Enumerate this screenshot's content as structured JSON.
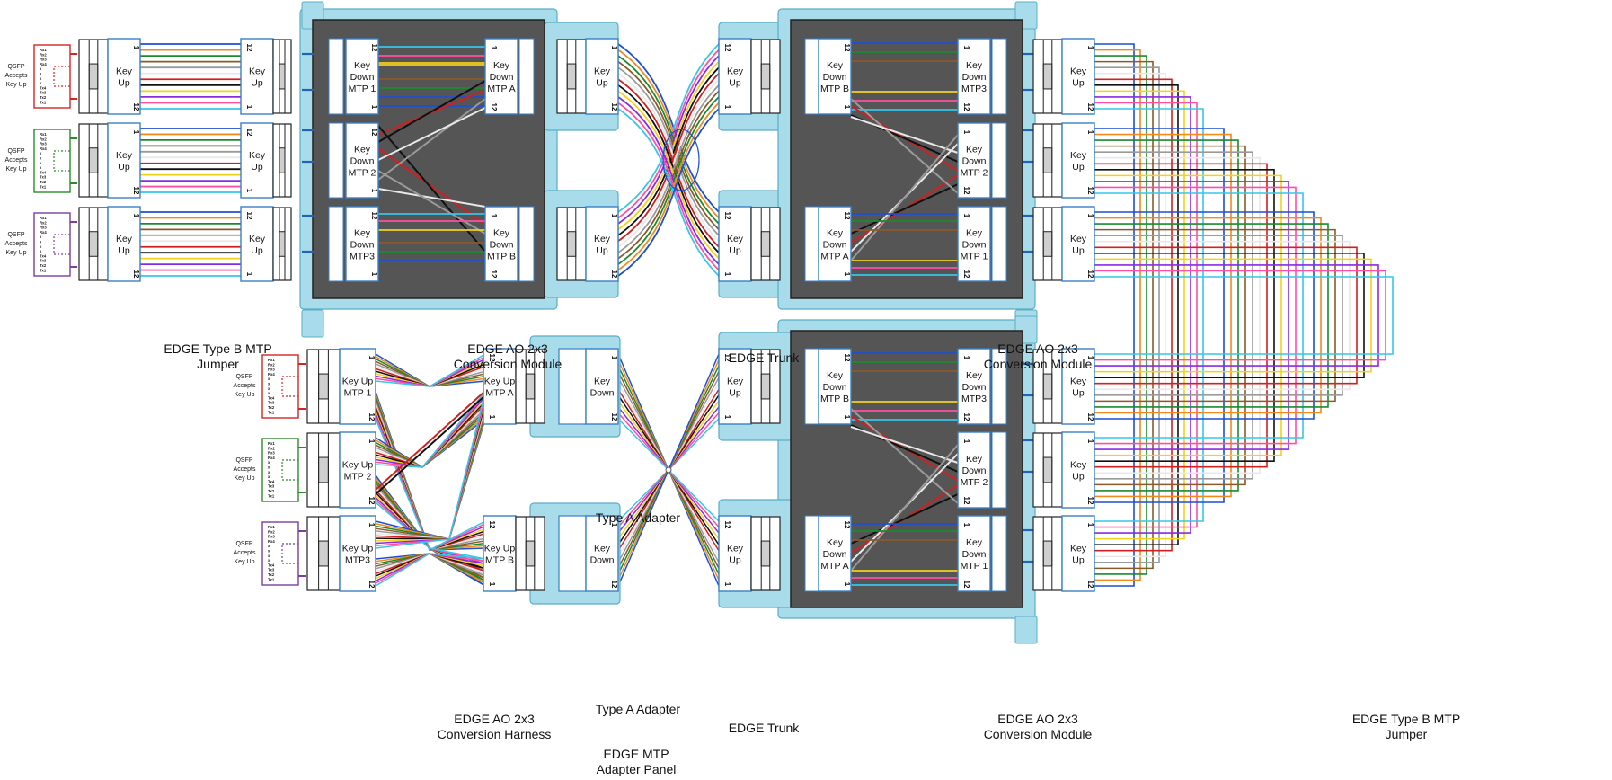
{
  "colors": {
    "fibers": [
      "#1f4fd1",
      "#f08a1e",
      "#1b8a2e",
      "#8b5a2b",
      "#9a9a9a",
      "#e8e8e8",
      "#d21f1f",
      "#111111",
      "#f2d21b",
      "#8a2be2",
      "#ff4fa3",
      "#35c7e8"
    ],
    "module_fill": "#555555",
    "housing_fill": "#a8dcea",
    "housing_stroke": "#5aaec8",
    "connector_fill": "#ffffff",
    "connector_stroke": "#3a7fc4",
    "qsfp_colors": [
      "#d42424",
      "#2d8a2d",
      "#7a3fa0"
    ]
  },
  "connector": {
    "key_up": "Key Up",
    "key_down": "Key Down",
    "pin_1": "1",
    "pin_12": "12"
  },
  "qsfp": {
    "label_line1": "QSFP",
    "label_line2": "Accepts",
    "label_line3": "Key Up",
    "pins": [
      "Rx1",
      "Rx2",
      "Rx3",
      "Rx4",
      "x",
      "x",
      "x",
      "x",
      "Tx4",
      "Tx3",
      "Tx2",
      "Tx1"
    ]
  },
  "modules": {
    "mtp1": "MTP 1",
    "mtp2": "MTP 2",
    "mtp3": "MTP3",
    "mtpa": "MTP A",
    "mtpb": "MTP B",
    "harness_mtp1": "MTP 1",
    "harness_mtp2": "MTP 2",
    "harness_mtp3": "MTP3"
  },
  "captions": {
    "jumper_left_1": "EDGE Type B MTP",
    "jumper_left_2": "Jumper",
    "module_tl_1": "EDGE AO 2x3",
    "module_tl_2": "Conversion Module",
    "trunk_top": "EDGE Trunk",
    "module_tr_1": "EDGE AO 2x3",
    "module_tr_2": "Conversion Module",
    "adapter_top": "Type A Adapter",
    "adapter_bottom": "Type A Adapter",
    "harness_1": "EDGE AO 2x3",
    "harness_2": "Conversion Harness",
    "panel_1": "EDGE MTP",
    "panel_2": "Adapter Panel",
    "trunk_bottom": "EDGE Trunk",
    "module_br_1": "EDGE AO 2x3",
    "module_br_2": "Conversion Module",
    "jumper_right_1": "EDGE Type B MTP",
    "jumper_right_2": "Jumper"
  }
}
